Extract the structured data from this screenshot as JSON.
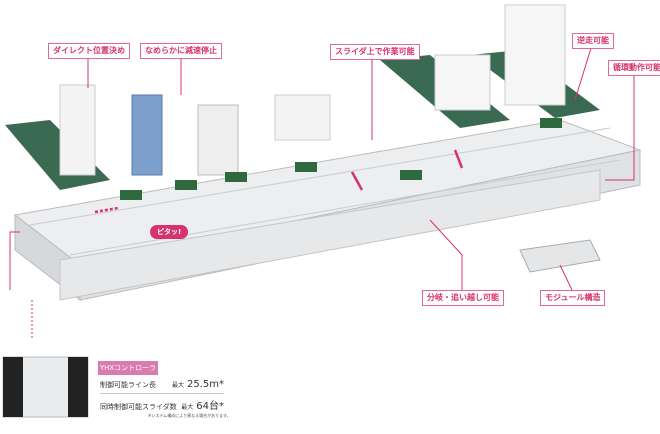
{
  "callouts": {
    "direct_positioning": "ダイレクト位置決め",
    "smooth_stop": "なめらかに減速停止",
    "work_on_slider": "スライダ上で作業可能",
    "reverse": "逆走可能",
    "circulation": "循環動作可能",
    "branch_overtake": "分岐・追い越し可能",
    "modular": "モジュール構造"
  },
  "bubble": "ピタッ!",
  "controller": {
    "title": "YHXコントローラ",
    "specs": [
      {
        "label": "制御可能ライン長",
        "prefix": "最大",
        "value": "25.5m*"
      },
      {
        "label": "同時制御可能スライダ数",
        "prefix": "最大",
        "value": "64台*"
      }
    ],
    "note": "※システム構成により異なる場合があります。"
  },
  "colors": {
    "accent": "#d6336c",
    "rail": "#e4e6e8",
    "belt": "#2f5a45"
  }
}
